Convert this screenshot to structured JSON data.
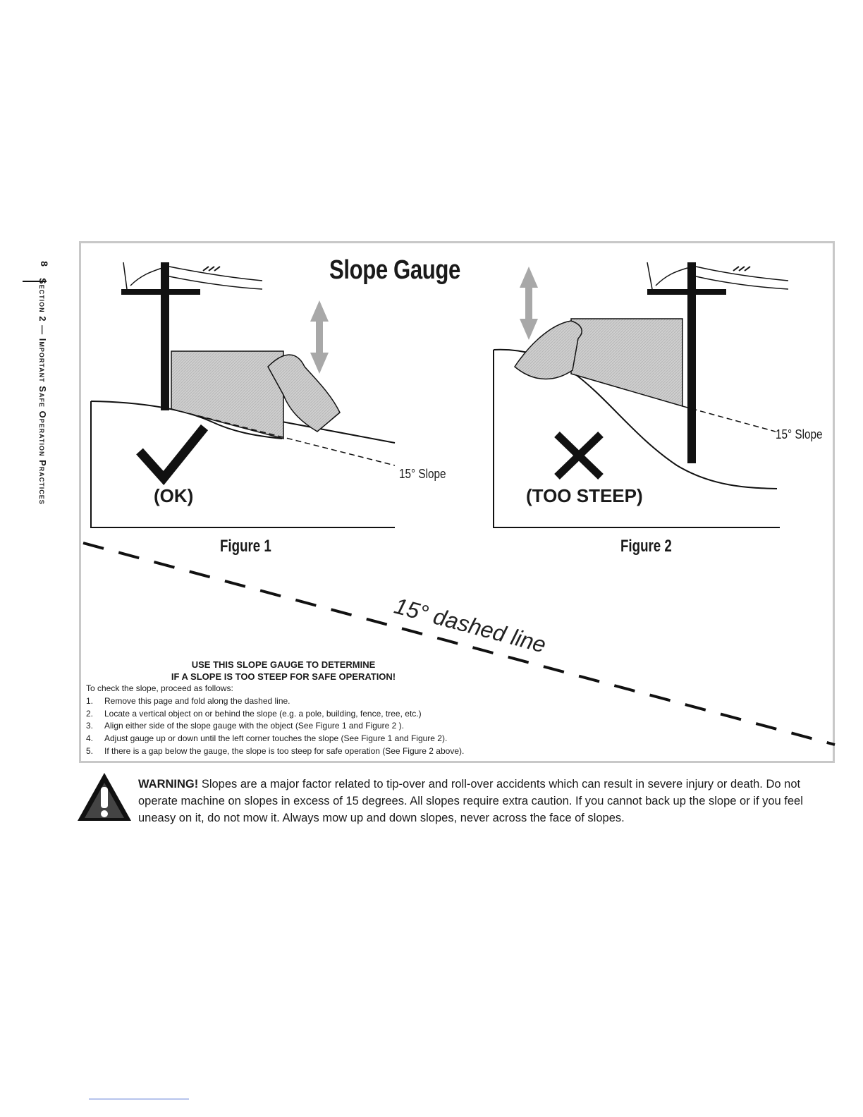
{
  "page": {
    "number": "8",
    "section": "Section 2 — Important Safe Operation Practices"
  },
  "gauge": {
    "title": "Slope Gauge",
    "figure1": {
      "caption": "Figure 1",
      "status": "(OK)",
      "slope_label": "15° Slope"
    },
    "figure2": {
      "caption": "Figure 2",
      "status": "(TOO STEEP)",
      "slope_label": "15° Slope"
    },
    "dashed_line_label": "15° dashed line"
  },
  "instructions": {
    "heading_line1": "USE THIS SLOPE GAUGE TO DETERMINE",
    "heading_line2": "IF A SLOPE IS TOO STEEP FOR SAFE OPERATION!",
    "intro": "To check the slope, proceed as follows:",
    "steps": [
      {
        "num": "1.",
        "text": "Remove this page and fold along the dashed line."
      },
      {
        "num": "2.",
        "text": "Locate a vertical object on or behind the slope (e.g. a pole, building, fence,  tree, etc.)"
      },
      {
        "num": "3.",
        "text": "Align either side of the slope gauge with the object (See Figure 1 and Figure 2 )."
      },
      {
        "num": "4.",
        "text": "Adjust gauge up or down until the left corner touches the slope (See Figure 1 and Figure 2)."
      },
      {
        "num": "5.",
        "text": "If there is a gap below the gauge, the slope is too steep for safe operation (See Figure 2 above)."
      }
    ]
  },
  "warning": {
    "label": "WARNING!",
    "text": " Slopes are a major factor related to tip-over and roll-over accidents which can result in severe injury or death. Do not operate machine on slopes in excess of 15 degrees. All slopes require extra caution. If you cannot back up the slope or if you feel uneasy on it, do not mow it.  Always mow up and down slopes, never across the face of slopes."
  },
  "colors": {
    "ink": "#1a1a1a",
    "gauge_fill": "#c9c9c9",
    "arrow": "#a8a8a8",
    "border": "#c8c8c8"
  },
  "icons": [
    "check-mark-icon",
    "x-mark-icon",
    "warning-triangle-icon",
    "up-down-arrow-icon"
  ]
}
